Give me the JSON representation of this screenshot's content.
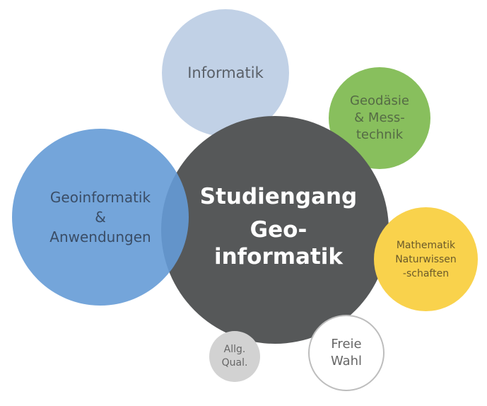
{
  "diagram": {
    "center": {
      "line1": "Studiengang",
      "line2a": "Geo-",
      "line2b": "informatik",
      "color": "#565859"
    },
    "informatik": {
      "label": "Informatik",
      "color": "#b6c9e2"
    },
    "geodaesie": {
      "line1": "Geodäsie",
      "line2": "& Mess-",
      "line3": "technik",
      "color": "#88bf5d"
    },
    "geoinformatik_anwendungen": {
      "line1": "Geoinformatik",
      "line2": "&",
      "line3": "Anwendungen",
      "color": "#659bd6"
    },
    "mathematik": {
      "line1": "Mathematik",
      "line2": "Naturwissen",
      "line3": "-schaften",
      "color": "#f9d24c"
    },
    "allg_qual": {
      "line1": "Allg.",
      "line2": "Qual.",
      "color": "#d2d2d2"
    },
    "freie_wahl": {
      "line1": "Freie",
      "line2": "Wahl",
      "color": "#ffffff"
    }
  }
}
